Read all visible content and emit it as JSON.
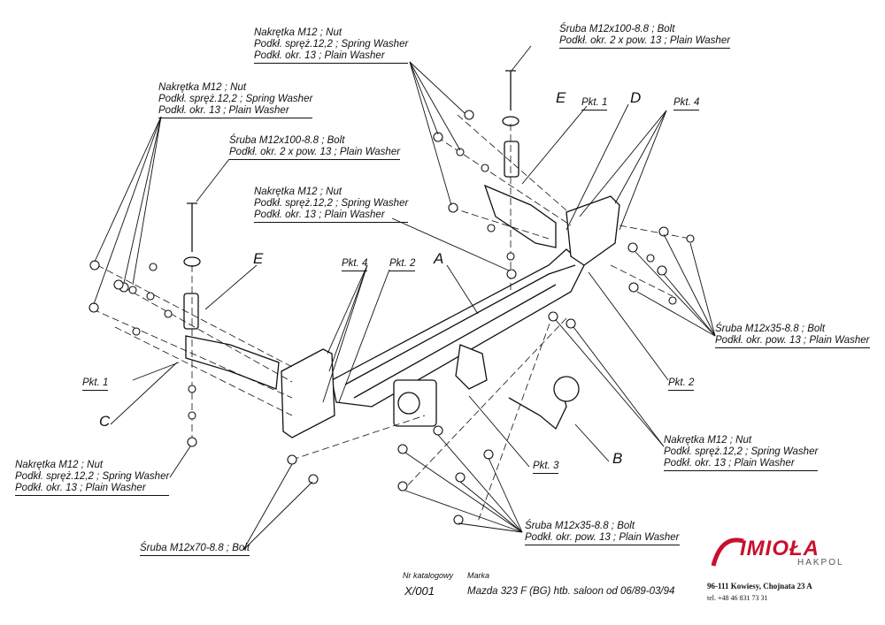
{
  "labels": {
    "top_center": [
      "Nakrętka  M12 ; Nut",
      "Podkł. spręż.12,2 ; Spring Washer",
      "Podkł. okr. 13 ; Plain Washer"
    ],
    "top_right": [
      "Śruba M12x100-8.8 ;  Bolt",
      "Podkł. okr. 2 x pow. 13 ; Plain Washer"
    ],
    "top_left": [
      "Nakrętka  M12 ; Nut",
      "Podkł. spręż.12,2 ; Spring Washer",
      "Podkł. okr. 13 ; Plain Washer"
    ],
    "mid_left_bolt": [
      "Śruba M12x100-8.8 ;  Bolt",
      "Podkł. okr. 2 x pow. 13 ; Plain Washer"
    ],
    "center_nut": [
      "Nakrętka  M12 ; Nut",
      "Podkł. spręż.12,2 ; Spring Washer",
      "Podkł. okr. 13 ; Plain Washer"
    ],
    "right_bolt": [
      "Śruba M12x35-8.8 ;  Bolt",
      "Podkł. okr. pow. 13 ; Plain Washer"
    ],
    "right_nut": [
      "Nakrętka  M12 ; Nut",
      "Podkł. spręż.12,2 ; Spring Washer",
      "Podkł. okr. 13 ; Plain Washer"
    ],
    "bottom_left_nut": [
      "Nakrętka  M12 ; Nut",
      "Podkł. spręż.12,2 ; Spring Washer",
      "Podkł. okr. 13 ; Plain Washer"
    ],
    "bottom_left_bolt": "Śruba M12x70-8.8 ;  Bolt",
    "bottom_center_bolt": [
      "Śruba M12x35-8.8 ;  Bolt",
      "Podkł. okr. pow. 13 ; Plain Washer"
    ]
  },
  "parts": {
    "A": "A",
    "B": "B",
    "C": "C",
    "D": "D",
    "E_right": "E",
    "E_left": "E",
    "pkt1_top": "Pkt. 1",
    "pkt4_top": "Pkt. 4",
    "pkt4_mid": "Pkt. 4",
    "pkt2_mid": "Pkt. 2",
    "pkt1_left": "Pkt. 1",
    "pkt2_right": "Pkt. 2",
    "pkt3": "Pkt. 3"
  },
  "footer": {
    "catalog_label": "Nr katalogowy",
    "catalog_value": "X/001",
    "make_label": "Marka",
    "make_value": "Mazda 323 F (BG) htb. saloon   od  06/89-03/94",
    "brand": "IMIOŁA",
    "brand_sub": "HAKPOL",
    "address": "96-111 Kowiesy, Chojnata 23 A",
    "phone": "tel. +48 46 831 73 31"
  },
  "colors": {
    "brand_red": "#c8102e",
    "line": "#111111"
  }
}
